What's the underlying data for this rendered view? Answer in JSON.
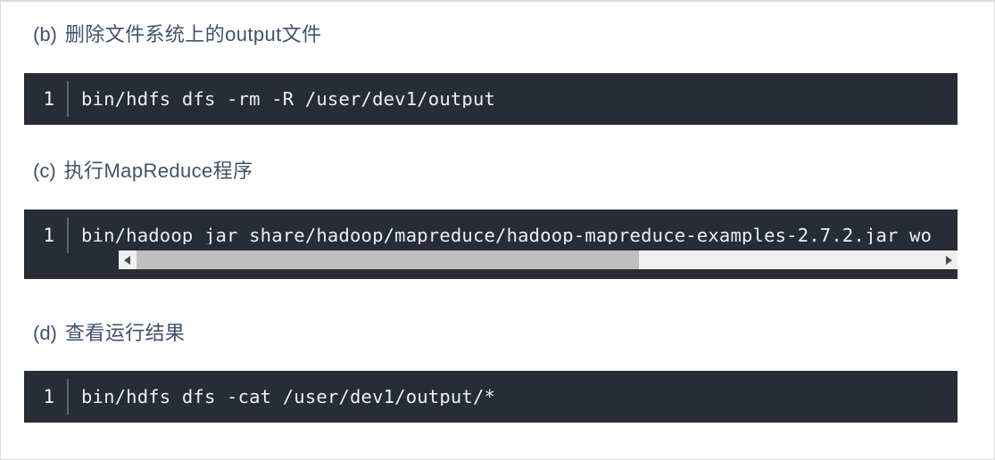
{
  "document": {
    "sections": [
      {
        "marker": "(b)",
        "title": "删除文件系统上的output文件",
        "code": {
          "line_number": "1",
          "text": "bin/hdfs dfs -rm -R /user/dev1/output",
          "has_scrollbar": false
        }
      },
      {
        "marker": "(c)",
        "title": "执行MapReduce程序",
        "code": {
          "line_number": "1",
          "text": "bin/hadoop jar share/hadoop/mapreduce/hadoop-mapreduce-examples-2.7.2.jar wo",
          "has_scrollbar": true,
          "scrollbar": {
            "left_arrow": "triangle-left-icon",
            "right_arrow": "triangle-right-icon",
            "thumb_fraction": "62.5%"
          }
        }
      },
      {
        "marker": "(d)",
        "title": "查看运行结果",
        "code": {
          "line_number": "1",
          "text": "bin/hdfs dfs -cat /user/dev1/output/*",
          "has_scrollbar": false
        }
      }
    ]
  },
  "theme": {
    "page_background": "#ffffff",
    "page_border": "#dcdcdc",
    "code_background": "#282c37",
    "code_text": "#eceff4",
    "line_number": "#f2f3f5",
    "divider": "#5c6370",
    "heading_text": "#40526b",
    "scrollbar_track": "#f0f0f0",
    "scrollbar_thumb": "#bfbfbf"
  }
}
